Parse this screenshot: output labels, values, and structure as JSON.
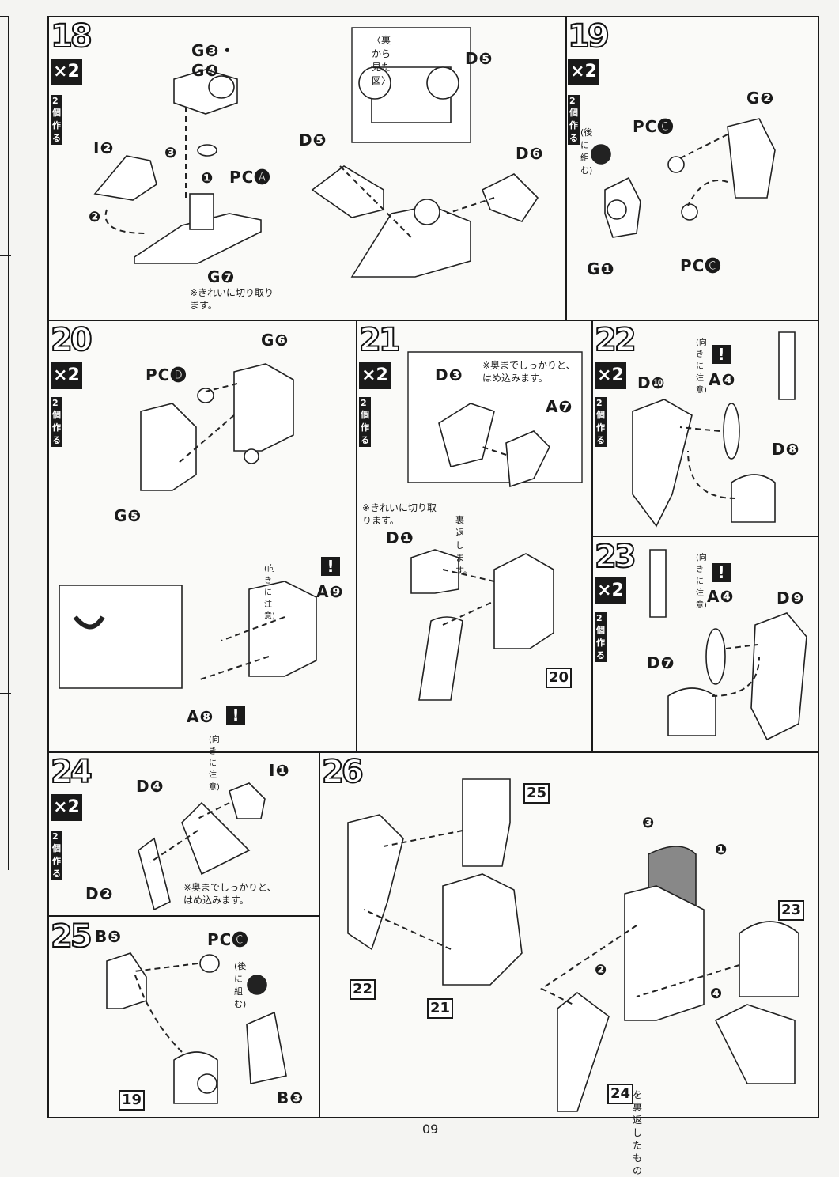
{
  "page_number": "09",
  "steps": [
    {
      "id": "18",
      "num": "18",
      "qty": "×2",
      "make": "2個作る",
      "labels": [
        "G❸・G❹",
        "I❷",
        "PC🅐",
        "G❼"
      ],
      "callout_title": "〈裏から見た図〉",
      "callout_labels": [
        "D❺",
        "D❺",
        "D❻"
      ],
      "note": "※きれいに切り取ります。",
      "markers": [
        "❸",
        "❶",
        "❷"
      ]
    },
    {
      "id": "19",
      "num": "19",
      "qty": "×2",
      "make": "2個作る",
      "labels": [
        "G❷",
        "PC🅒",
        "PC🅒",
        "G❶"
      ],
      "note": "(後に組む)"
    },
    {
      "id": "20",
      "num": "20",
      "qty": "×2",
      "make": "2個作る",
      "labels": [
        "G❻",
        "PC🅓",
        "G❺",
        "A❾",
        "A❽"
      ],
      "caution": "(向きに注意)"
    },
    {
      "id": "21",
      "num": "21",
      "qty": "×2",
      "make": "2個作る",
      "labels": [
        "D❸",
        "A❼",
        "D❶"
      ],
      "note_top": "※奥までしっかりと、はめ込みます。",
      "note_left": "※きれいに切り取ります。",
      "note_flip": "裏返します。",
      "ref": "20"
    },
    {
      "id": "22",
      "num": "22",
      "qty": "×2",
      "make": "2個作る",
      "labels": [
        "D❿",
        "A❹",
        "D❽"
      ],
      "caution": "(向きに注意)"
    },
    {
      "id": "23",
      "num": "23",
      "qty": "×2",
      "make": "2個作る",
      "labels": [
        "A❹",
        "D❾",
        "D❼"
      ],
      "caution": "(向きに注意)"
    },
    {
      "id": "24",
      "num": "24",
      "qty": "×2",
      "make": "2個作る",
      "labels": [
        "D❹",
        "I❶",
        "D❷"
      ],
      "note": "※奥までしっかりと、はめ込みます。"
    },
    {
      "id": "25",
      "num": "25",
      "labels": [
        "B❺",
        "PC🅒",
        "B❸"
      ],
      "note": "(後に組む)",
      "ref": "19"
    },
    {
      "id": "26",
      "num": "26",
      "refs": [
        "25",
        "22",
        "21",
        "23",
        "24"
      ],
      "markers": [
        "❸",
        "❶",
        "❷",
        "❹"
      ],
      "note": "を裏返したもの"
    }
  ]
}
